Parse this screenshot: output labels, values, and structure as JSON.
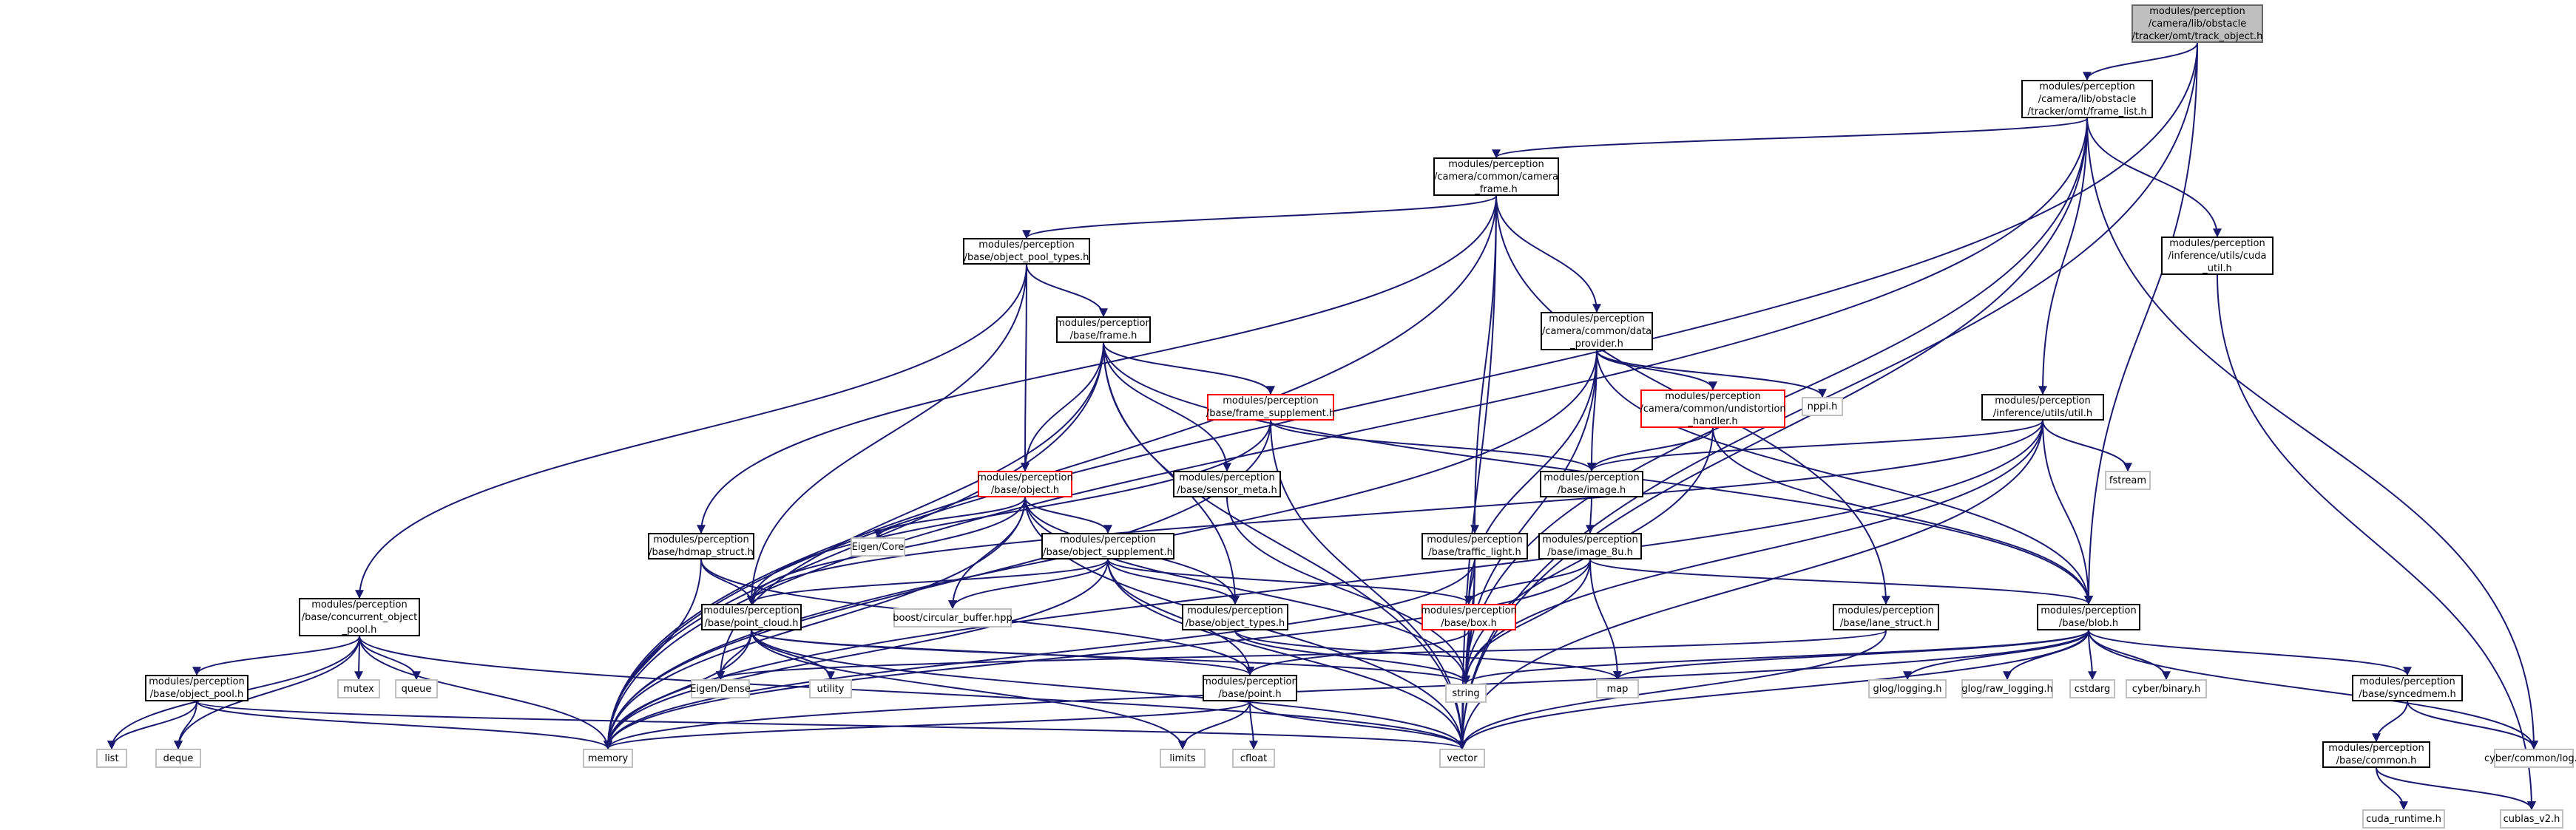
{
  "graph": {
    "nodes": [
      {
        "id": "track_object",
        "style": "root",
        "lines": [
          "modules/perception",
          "/camera/lib/obstacle",
          "/tracker/omt/track_object.h"
        ]
      },
      {
        "id": "frame_list",
        "style": "file",
        "lines": [
          "modules/perception",
          "/camera/lib/obstacle",
          "/tracker/omt/frame_list.h"
        ]
      },
      {
        "id": "camera_frame",
        "style": "file",
        "lines": [
          "modules/perception",
          "/camera/common/camera",
          "_frame.h"
        ]
      },
      {
        "id": "cuda_util",
        "style": "file",
        "lines": [
          "modules/perception",
          "/inference/utils/cuda",
          "_util.h"
        ]
      },
      {
        "id": "object_pool_types",
        "style": "file",
        "lines": [
          "modules/perception",
          "/base/object_pool_types.h"
        ]
      },
      {
        "id": "frame",
        "style": "file",
        "lines": [
          "modules/perception",
          "/base/frame.h"
        ]
      },
      {
        "id": "data_provider",
        "style": "file",
        "lines": [
          "modules/perception",
          "/camera/common/data",
          "_provider.h"
        ]
      },
      {
        "id": "util",
        "style": "file",
        "lines": [
          "modules/perception",
          "/inference/utils/util.h"
        ]
      },
      {
        "id": "frame_supplement",
        "style": "red",
        "lines": [
          "modules/perception",
          "/base/frame_supplement.h"
        ]
      },
      {
        "id": "undistortion_handler",
        "style": "red",
        "lines": [
          "modules/perception",
          "/camera/common/undistortion",
          "_handler.h"
        ]
      },
      {
        "id": "nppi",
        "style": "ext",
        "lines": [
          "nppi.h"
        ]
      },
      {
        "id": "object",
        "style": "red",
        "lines": [
          "modules/perception",
          "/base/object.h"
        ]
      },
      {
        "id": "sensor_meta",
        "style": "file",
        "lines": [
          "modules/perception",
          "/base/sensor_meta.h"
        ]
      },
      {
        "id": "image",
        "style": "file",
        "lines": [
          "modules/perception",
          "/base/image.h"
        ]
      },
      {
        "id": "fstream",
        "style": "ext",
        "lines": [
          "fstream"
        ]
      },
      {
        "id": "hdmap_struct",
        "style": "file",
        "lines": [
          "modules/perception",
          "/base/hdmap_struct.h"
        ]
      },
      {
        "id": "eigen_core",
        "style": "ext",
        "lines": [
          "Eigen/Core"
        ]
      },
      {
        "id": "object_supplement",
        "style": "file",
        "lines": [
          "modules/perception",
          "/base/object_supplement.h"
        ]
      },
      {
        "id": "traffic_light",
        "style": "file",
        "lines": [
          "modules/perception",
          "/base/traffic_light.h"
        ]
      },
      {
        "id": "image_8u",
        "style": "file",
        "lines": [
          "modules/perception",
          "/base/image_8u.h"
        ]
      },
      {
        "id": "concurrent_object_pool",
        "style": "file",
        "lines": [
          "modules/perception",
          "/base/concurrent_object",
          "_pool.h"
        ]
      },
      {
        "id": "point_cloud",
        "style": "file",
        "lines": [
          "modules/perception",
          "/base/point_cloud.h"
        ]
      },
      {
        "id": "circular_buffer",
        "style": "ext",
        "lines": [
          "boost/circular_buffer.hpp"
        ]
      },
      {
        "id": "object_types",
        "style": "file",
        "lines": [
          "modules/perception",
          "/base/object_types.h"
        ]
      },
      {
        "id": "box",
        "style": "red",
        "lines": [
          "modules/perception",
          "/base/box.h"
        ]
      },
      {
        "id": "lane_struct",
        "style": "file",
        "lines": [
          "modules/perception",
          "/base/lane_struct.h"
        ]
      },
      {
        "id": "blob",
        "style": "file",
        "lines": [
          "modules/perception",
          "/base/blob.h"
        ]
      },
      {
        "id": "object_pool",
        "style": "file",
        "lines": [
          "modules/perception",
          "/base/object_pool.h"
        ]
      },
      {
        "id": "mutex",
        "style": "ext",
        "lines": [
          "mutex"
        ]
      },
      {
        "id": "queue",
        "style": "ext",
        "lines": [
          "queue"
        ]
      },
      {
        "id": "eigen_dense",
        "style": "ext",
        "lines": [
          "Eigen/Dense"
        ]
      },
      {
        "id": "utility",
        "style": "ext",
        "lines": [
          "utility"
        ]
      },
      {
        "id": "point",
        "style": "file",
        "lines": [
          "modules/perception",
          "/base/point.h"
        ]
      },
      {
        "id": "string",
        "style": "ext",
        "lines": [
          "string"
        ]
      },
      {
        "id": "map",
        "style": "ext",
        "lines": [
          "map"
        ]
      },
      {
        "id": "glog_logging",
        "style": "ext",
        "lines": [
          "glog/logging.h"
        ]
      },
      {
        "id": "glog_raw_logging",
        "style": "ext",
        "lines": [
          "glog/raw_logging.h"
        ]
      },
      {
        "id": "cstdarg",
        "style": "ext",
        "lines": [
          "cstdarg"
        ]
      },
      {
        "id": "cyber_binary",
        "style": "ext",
        "lines": [
          "cyber/binary.h"
        ]
      },
      {
        "id": "syncedmem",
        "style": "file",
        "lines": [
          "modules/perception",
          "/base/syncedmem.h"
        ]
      },
      {
        "id": "list",
        "style": "ext",
        "lines": [
          "list"
        ]
      },
      {
        "id": "deque",
        "style": "ext",
        "lines": [
          "deque"
        ]
      },
      {
        "id": "memory",
        "style": "ext",
        "lines": [
          "memory"
        ]
      },
      {
        "id": "limits",
        "style": "ext",
        "lines": [
          "limits"
        ]
      },
      {
        "id": "cfloat",
        "style": "ext",
        "lines": [
          "cfloat"
        ]
      },
      {
        "id": "vector",
        "style": "ext",
        "lines": [
          "vector"
        ]
      },
      {
        "id": "common",
        "style": "file",
        "lines": [
          "modules/perception",
          "/base/common.h"
        ]
      },
      {
        "id": "cyber_log",
        "style": "ext",
        "lines": [
          "cyber/common/log.h"
        ]
      },
      {
        "id": "cuda_runtime",
        "style": "ext",
        "lines": [
          "cuda_runtime.h"
        ]
      },
      {
        "id": "cublas_v2",
        "style": "ext",
        "lines": [
          "cublas_v2.h"
        ]
      }
    ],
    "edges": [
      [
        "track_object",
        "frame_list"
      ],
      [
        "track_object",
        "blob"
      ],
      [
        "track_object",
        "memory"
      ],
      [
        "track_object",
        "vector"
      ],
      [
        "frame_list",
        "camera_frame"
      ],
      [
        "frame_list",
        "util"
      ],
      [
        "frame_list",
        "cuda_util"
      ],
      [
        "frame_list",
        "cyber_log"
      ],
      [
        "frame_list",
        "memory"
      ],
      [
        "frame_list",
        "string"
      ],
      [
        "frame_list",
        "vector"
      ],
      [
        "camera_frame",
        "object_pool_types"
      ],
      [
        "camera_frame",
        "data_provider"
      ],
      [
        "camera_frame",
        "hdmap_struct"
      ],
      [
        "camera_frame",
        "traffic_light"
      ],
      [
        "camera_frame",
        "lane_struct"
      ],
      [
        "camera_frame",
        "memory"
      ],
      [
        "camera_frame",
        "vector"
      ],
      [
        "cuda_util",
        "cublas_v2"
      ],
      [
        "object_pool_types",
        "frame"
      ],
      [
        "object_pool_types",
        "object"
      ],
      [
        "object_pool_types",
        "point_cloud"
      ],
      [
        "object_pool_types",
        "concurrent_object_pool"
      ],
      [
        "frame",
        "frame_supplement"
      ],
      [
        "frame",
        "object"
      ],
      [
        "frame",
        "sensor_meta"
      ],
      [
        "frame",
        "object_types"
      ],
      [
        "frame",
        "eigen_dense"
      ],
      [
        "frame",
        "memory"
      ],
      [
        "frame",
        "vector"
      ],
      [
        "frame",
        "blob"
      ],
      [
        "data_provider",
        "undistortion_handler"
      ],
      [
        "data_provider",
        "image"
      ],
      [
        "data_provider",
        "blob"
      ],
      [
        "data_provider",
        "nppi"
      ],
      [
        "data_provider",
        "memory"
      ],
      [
        "data_provider",
        "string"
      ],
      [
        "data_provider",
        "box"
      ],
      [
        "util",
        "image"
      ],
      [
        "util",
        "blob"
      ],
      [
        "util",
        "fstream"
      ],
      [
        "util",
        "memory"
      ],
      [
        "util",
        "string"
      ],
      [
        "util",
        "vector"
      ],
      [
        "util",
        "point_cloud"
      ],
      [
        "frame_supplement",
        "image"
      ],
      [
        "frame_supplement",
        "point_cloud"
      ],
      [
        "frame_supplement",
        "memory"
      ],
      [
        "frame_supplement",
        "vector"
      ],
      [
        "undistortion_handler",
        "image"
      ],
      [
        "undistortion_handler",
        "blob"
      ],
      [
        "undistortion_handler",
        "string"
      ],
      [
        "object",
        "object_supplement"
      ],
      [
        "object",
        "object_types"
      ],
      [
        "object",
        "point_cloud"
      ],
      [
        "object",
        "eigen_core"
      ],
      [
        "object",
        "circular_buffer"
      ],
      [
        "object",
        "memory"
      ],
      [
        "object",
        "string"
      ],
      [
        "object",
        "vector"
      ],
      [
        "sensor_meta",
        "string"
      ],
      [
        "image",
        "image_8u"
      ],
      [
        "hdmap_struct",
        "point_cloud"
      ],
      [
        "hdmap_struct",
        "point"
      ],
      [
        "hdmap_struct",
        "memory"
      ],
      [
        "object_supplement",
        "box"
      ],
      [
        "object_supplement",
        "point_cloud"
      ],
      [
        "object_supplement",
        "object_types"
      ],
      [
        "object_supplement",
        "circular_buffer"
      ],
      [
        "object_supplement",
        "memory"
      ],
      [
        "object_supplement",
        "vector"
      ],
      [
        "object_supplement",
        "point"
      ],
      [
        "traffic_light",
        "box"
      ],
      [
        "traffic_light",
        "memory"
      ],
      [
        "traffic_light",
        "string"
      ],
      [
        "traffic_light",
        "vector"
      ],
      [
        "image_8u",
        "box"
      ],
      [
        "image_8u",
        "blob"
      ],
      [
        "image_8u",
        "map"
      ],
      [
        "image_8u",
        "memory"
      ],
      [
        "image_8u",
        "string"
      ],
      [
        "concurrent_object_pool",
        "object_pool"
      ],
      [
        "concurrent_object_pool",
        "mutex"
      ],
      [
        "concurrent_object_pool",
        "queue"
      ],
      [
        "concurrent_object_pool",
        "list"
      ],
      [
        "concurrent_object_pool",
        "deque"
      ],
      [
        "concurrent_object_pool",
        "memory"
      ],
      [
        "concurrent_object_pool",
        "vector"
      ],
      [
        "point_cloud",
        "point"
      ],
      [
        "point_cloud",
        "eigen_dense"
      ],
      [
        "point_cloud",
        "utility"
      ],
      [
        "point_cloud",
        "limits"
      ],
      [
        "point_cloud",
        "memory"
      ],
      [
        "point_cloud",
        "string"
      ],
      [
        "point_cloud",
        "vector"
      ],
      [
        "object_types",
        "string"
      ],
      [
        "object_types",
        "map"
      ],
      [
        "box",
        "point"
      ],
      [
        "box",
        "string"
      ],
      [
        "lane_struct",
        "eigen_dense"
      ],
      [
        "lane_struct",
        "vector"
      ],
      [
        "blob",
        "syncedmem"
      ],
      [
        "blob",
        "glog_logging"
      ],
      [
        "blob",
        "glog_raw_logging"
      ],
      [
        "blob",
        "cstdarg"
      ],
      [
        "blob",
        "cyber_binary"
      ],
      [
        "blob",
        "cyber_log"
      ],
      [
        "blob",
        "memory"
      ],
      [
        "blob",
        "string"
      ],
      [
        "blob",
        "vector"
      ],
      [
        "blob",
        "map"
      ],
      [
        "object_pool",
        "list"
      ],
      [
        "object_pool",
        "deque"
      ],
      [
        "object_pool",
        "memory"
      ],
      [
        "object_pool",
        "vector"
      ],
      [
        "point",
        "limits"
      ],
      [
        "point",
        "cfloat"
      ],
      [
        "point",
        "memory"
      ],
      [
        "point",
        "vector"
      ],
      [
        "syncedmem",
        "common"
      ],
      [
        "syncedmem",
        "cyber_log"
      ],
      [
        "common",
        "cuda_runtime"
      ],
      [
        "common",
        "cublas_v2"
      ]
    ]
  }
}
